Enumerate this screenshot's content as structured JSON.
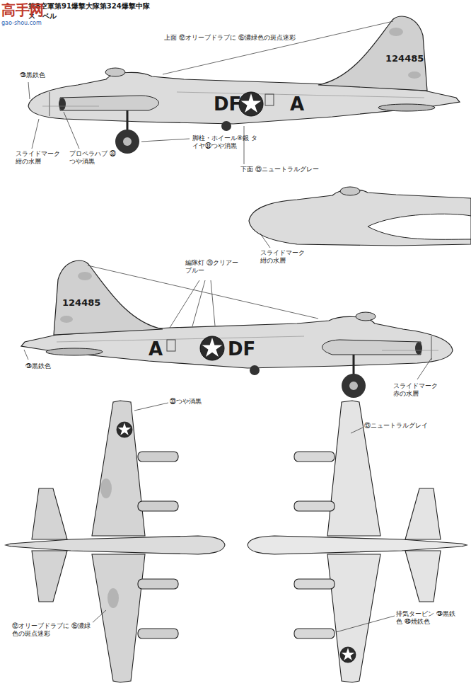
{
  "diagram": {
    "title": "第8空軍第91爆撃大隊第324爆撃中隊",
    "labels": [
      "ス・ベル",
      "高手网",
      "gao-shou.com",
      "上面 ⑫オリーブドラブに ⑮濃緑色の斑点迷彩",
      "124485",
      "DF",
      "A",
      "㉘黒鉄色",
      "スライドマーク 紺の水層",
      "プロペラハブ ㉝つや消黒",
      "脚柱・ホイール⑧銀 タイヤ㉝つや消黒",
      "下面 ⑬ニュートラルグレー",
      "スライドマーク 紺の水層",
      "編隊灯 ⑳クリアーブルー",
      "124485",
      "A",
      "DF",
      "㉘黒鉄色",
      "スライドマーク 赤の水層",
      "㉝つや消黒",
      "⑫オリーブドラブに ⑮濃緑色の斑点迷彩",
      "⑬ニュートラルグレイ",
      "排気タービン ㉘黒鉄色 ㊵焼鉄色"
    ]
  }
}
